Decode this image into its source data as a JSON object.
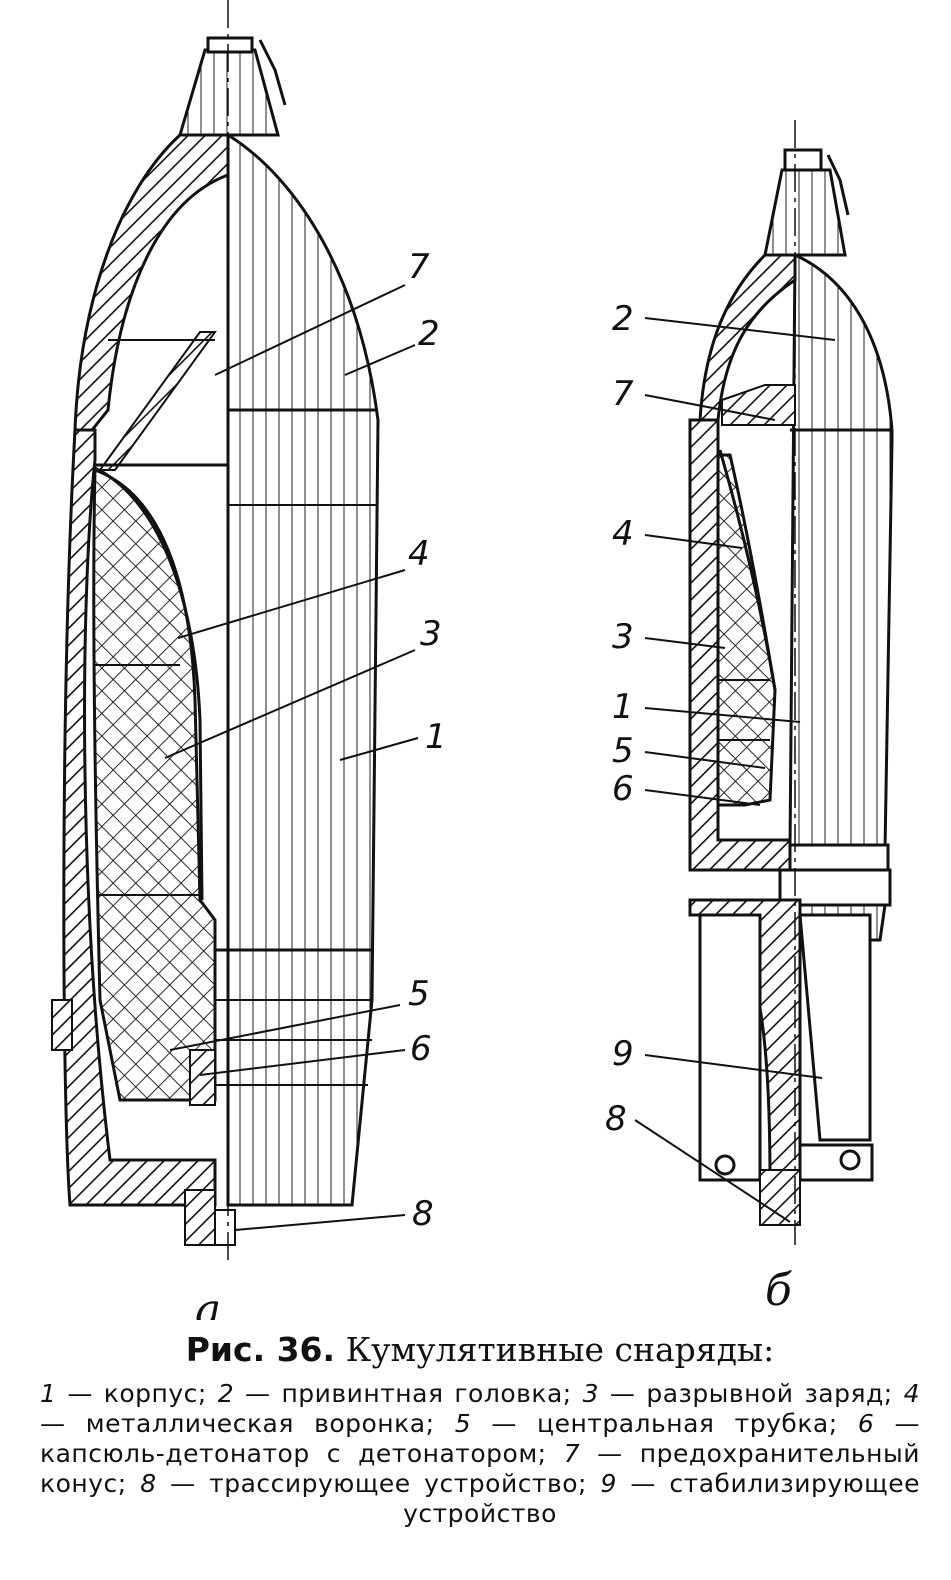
{
  "figure": {
    "number_label": "Рис. 36.",
    "title": "Кумулятивные снаряды:"
  },
  "subfigures": [
    "а",
    "б"
  ],
  "callouts_a": [
    "7",
    "2",
    "4",
    "3",
    "1",
    "5",
    "6",
    "8"
  ],
  "callouts_b": [
    "2",
    "7",
    "4",
    "3",
    "1",
    "5",
    "6",
    "9",
    "8"
  ],
  "legend": [
    {
      "num": "1",
      "text": "корпус"
    },
    {
      "num": "2",
      "text": "привинтная головка"
    },
    {
      "num": "3",
      "text": "разрывной заряд"
    },
    {
      "num": "4",
      "text": "металлическая воронка"
    },
    {
      "num": "5",
      "text": "центральная трубка"
    },
    {
      "num": "6",
      "text": "капсюль-детонатор с детонатором"
    },
    {
      "num": "7",
      "text": "предохранительный конус"
    },
    {
      "num": "8",
      "text": "трассирующее устройство"
    },
    {
      "num": "9",
      "text": "стабилизирующее устройство"
    }
  ]
}
